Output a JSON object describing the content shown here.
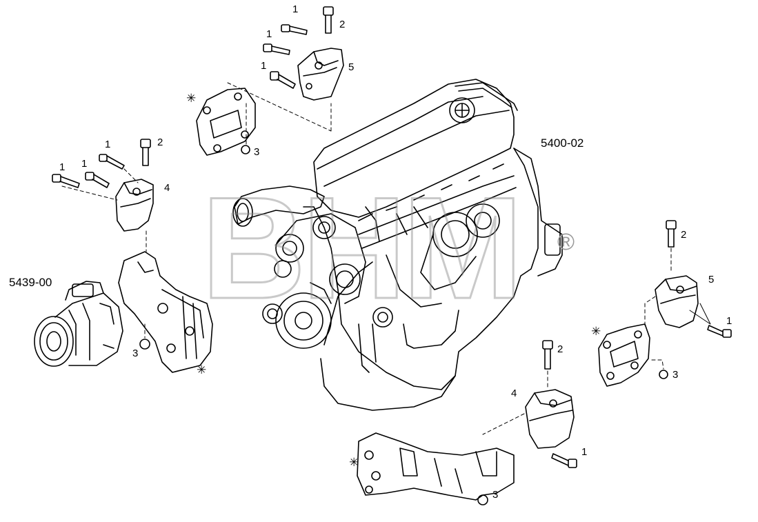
{
  "diagram": {
    "assembly_codes": {
      "engine": "5400-02",
      "compressor": "5439-00"
    },
    "watermark": {
      "text": "BHM",
      "mark": "®",
      "color": "#b5b5b5"
    },
    "callouts": {
      "top_bolt_1a": "1",
      "top_bolt_1b": "1",
      "top_bolt_1c": "1",
      "top_bolt_2": "2",
      "top_bracket_5": "5",
      "top_nut_3": "3",
      "left_bolt_1a": "1",
      "left_bolt_1b": "1",
      "left_bolt_1c": "1",
      "left_bolt_2": "2",
      "left_bracket_4": "4",
      "left_nut_3": "3",
      "right_bolt_2": "2",
      "right_bracket_5": "5",
      "right_bolt_1": "1",
      "right_nut_3": "3",
      "bottom_bolt_2": "2",
      "bottom_bracket_4": "4",
      "bottom_bolt_1": "1",
      "bottom_nut_3": "3"
    },
    "asterisk": "✳"
  }
}
